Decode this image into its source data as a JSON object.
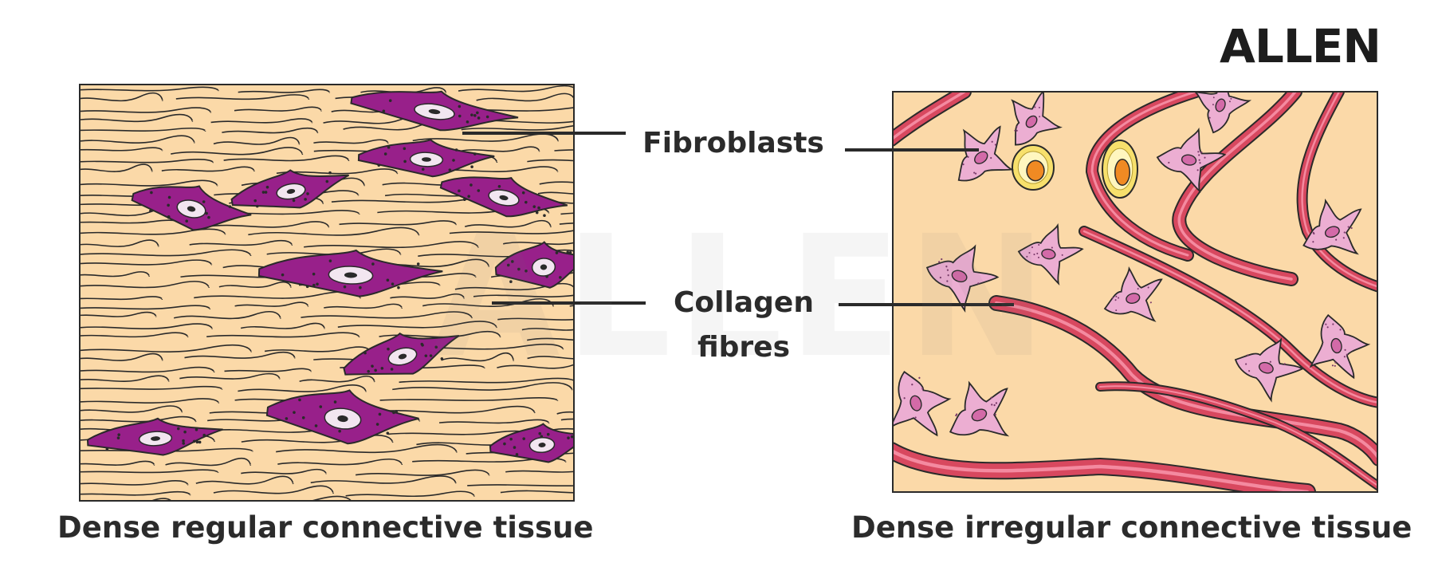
{
  "logo": "ALLEN",
  "colors": {
    "matrix": "#fbd9a8",
    "regular_fibroblast": "#98208a",
    "irregular_fibroblast": "#ecaed2",
    "collagen_bundle": "#d8485f",
    "fat_cell_outer": "#f7e06c",
    "fat_cell_inner": "#f08a23",
    "outline": "#2a2a2a"
  },
  "labels": {
    "fibroblasts": "Fibroblasts",
    "collagen_line1": "Collagen",
    "collagen_line2": "fibres"
  },
  "captions": {
    "left": "Dense regular connective tissue",
    "right": "Dense irregular connective tissue"
  }
}
